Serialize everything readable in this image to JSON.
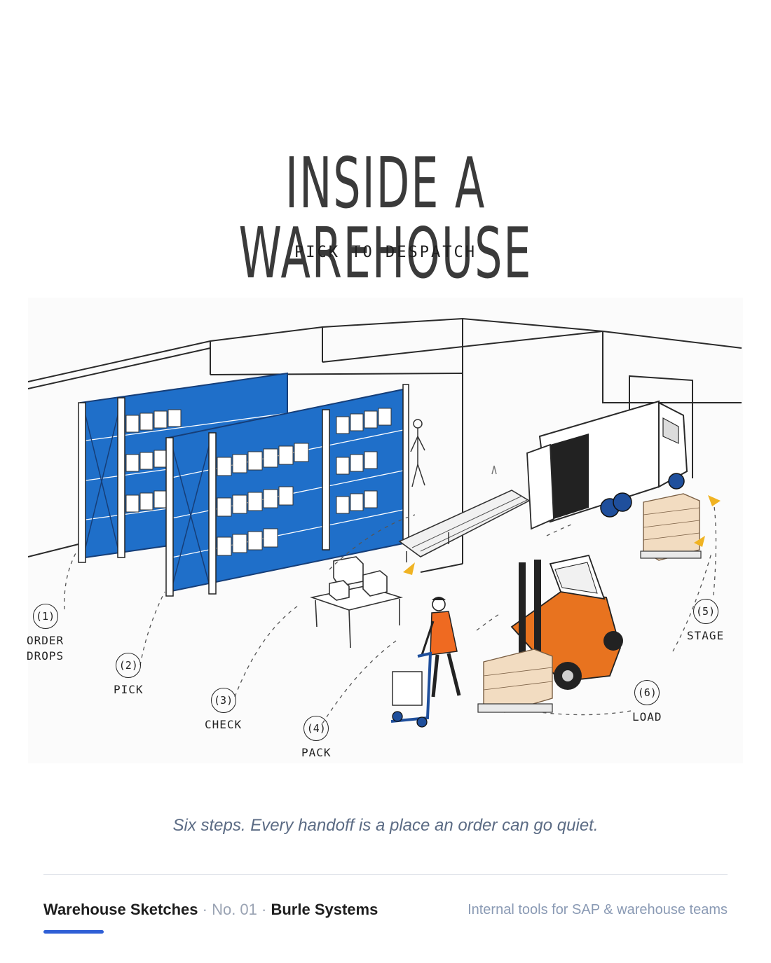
{
  "header": {
    "title": "INSIDE A WAREHOUSE",
    "subtitle": "PICK TO DESPATCH"
  },
  "steps": [
    {
      "number": "(1)",
      "label_line1": "ORDER",
      "label_line2": "DROPS"
    },
    {
      "number": "(2)",
      "label_line1": "PICK",
      "label_line2": ""
    },
    {
      "number": "(3)",
      "label_line1": "CHECK",
      "label_line2": ""
    },
    {
      "number": "(4)",
      "label_line1": "PACK",
      "label_line2": ""
    },
    {
      "number": "(5)",
      "label_line1": "STAGE",
      "label_line2": ""
    },
    {
      "number": "(6)",
      "label_line1": "LOAD",
      "label_line2": ""
    }
  ],
  "caption": "Six steps. Every handoff is a place an order can go quiet.",
  "footer": {
    "series": "Warehouse Sketches",
    "separator": "·",
    "issue": "No. 01",
    "company": "Burle Systems",
    "tagline": "Internal tools for SAP & warehouse teams"
  },
  "colors": {
    "racking": "#1f6fc9",
    "forklift": "#e8731f",
    "arrow_accent": "#f0b323",
    "footer_accent": "#2f5fd6"
  },
  "icons": [
    "warehouse-racking-illustration",
    "truck-icon",
    "forklift-icon",
    "conveyor-icon",
    "pallet-icon",
    "worker-icon",
    "hand-trolley-icon",
    "packing-table-icon"
  ]
}
